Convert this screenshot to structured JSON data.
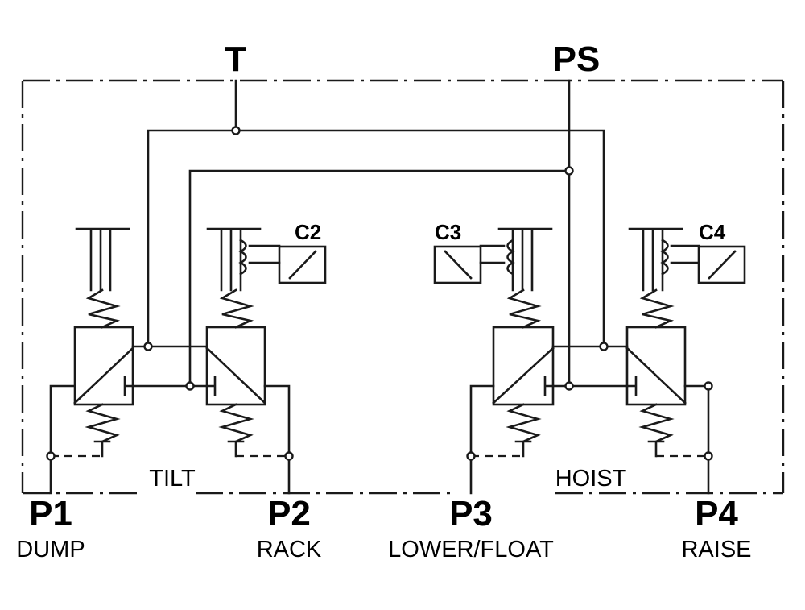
{
  "ports": {
    "tank": "T",
    "supply": "PS",
    "p1": "P1",
    "p2": "P2",
    "p3": "P3",
    "p4": "P4"
  },
  "functions": {
    "p1": "DUMP",
    "p2": "RACK",
    "p3": "LOWER/FLOAT",
    "p4": "RAISE"
  },
  "sections": {
    "left": "TILT",
    "right": "HOIST"
  },
  "coils": {
    "c2": "C2",
    "c3": "C3",
    "c4": "C4"
  }
}
